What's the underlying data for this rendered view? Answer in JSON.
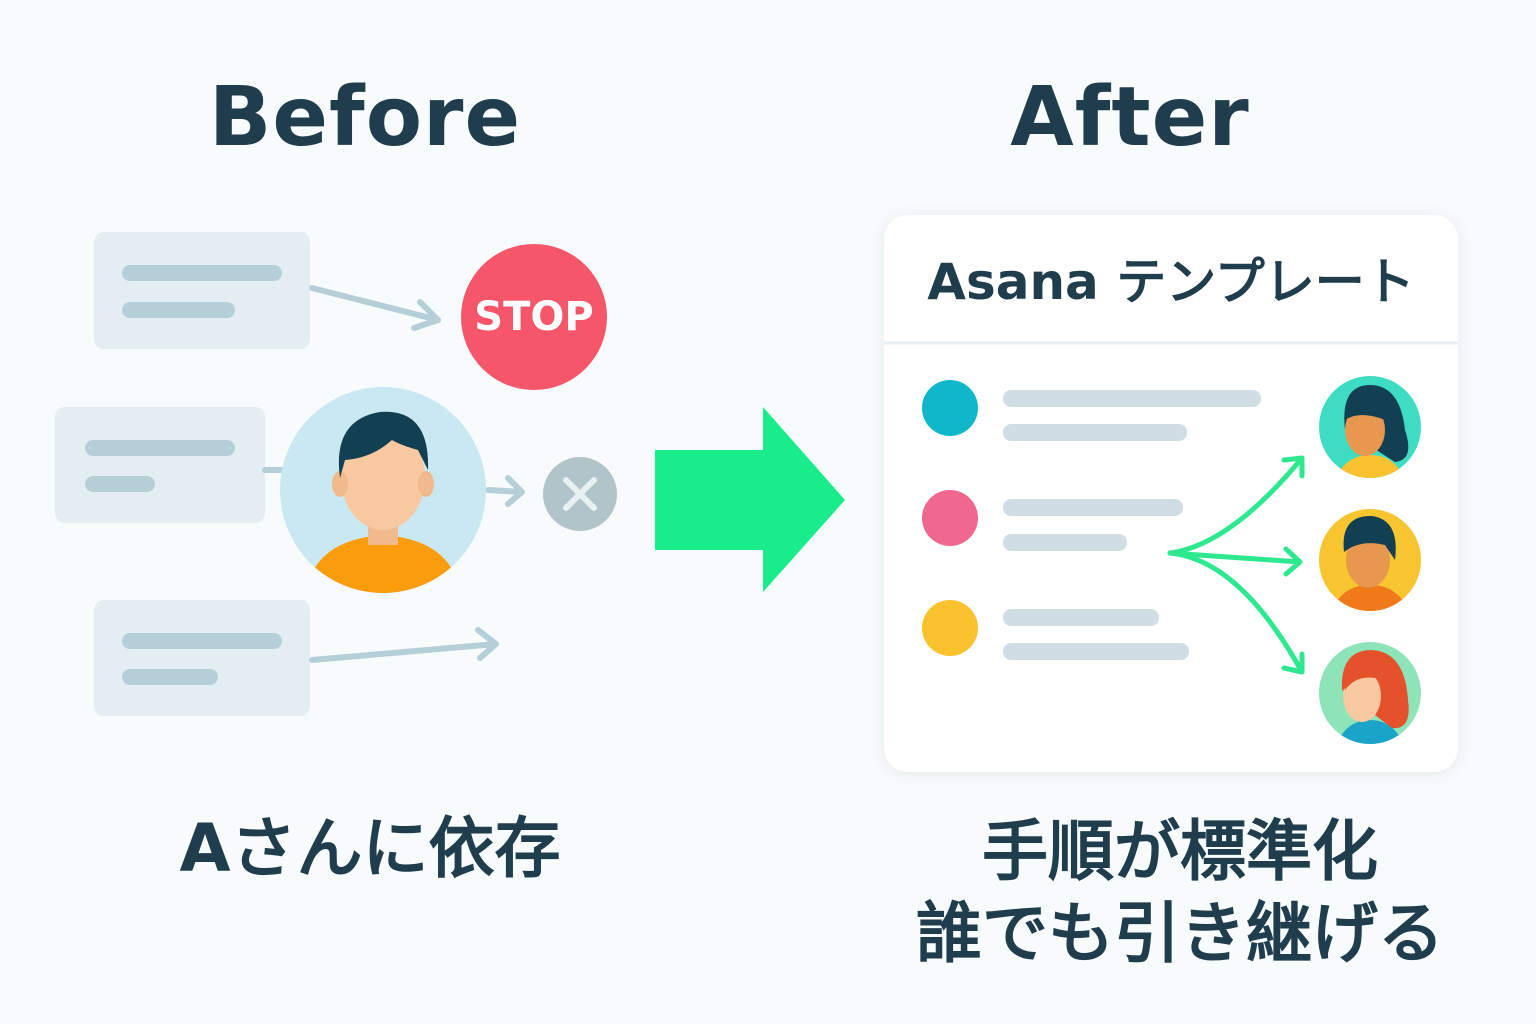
{
  "before": {
    "heading": "Before",
    "stop_label": "STOP",
    "caption": "Aさんに依存"
  },
  "after": {
    "heading": "After",
    "card_title": "Asana テンプレート",
    "caption_line1": "手順が標準化",
    "caption_line2": "誰でも引き継げる"
  },
  "colors": {
    "text": "#1f3d4c",
    "arrow": "#19ec8a",
    "stop": "#f5566a",
    "card_bg": "#e3edf2",
    "card_line": "#b5cfd8",
    "dot_teal": "#0fb8c8",
    "dot_pink": "#f0688f",
    "dot_yellow": "#f9c22e"
  }
}
